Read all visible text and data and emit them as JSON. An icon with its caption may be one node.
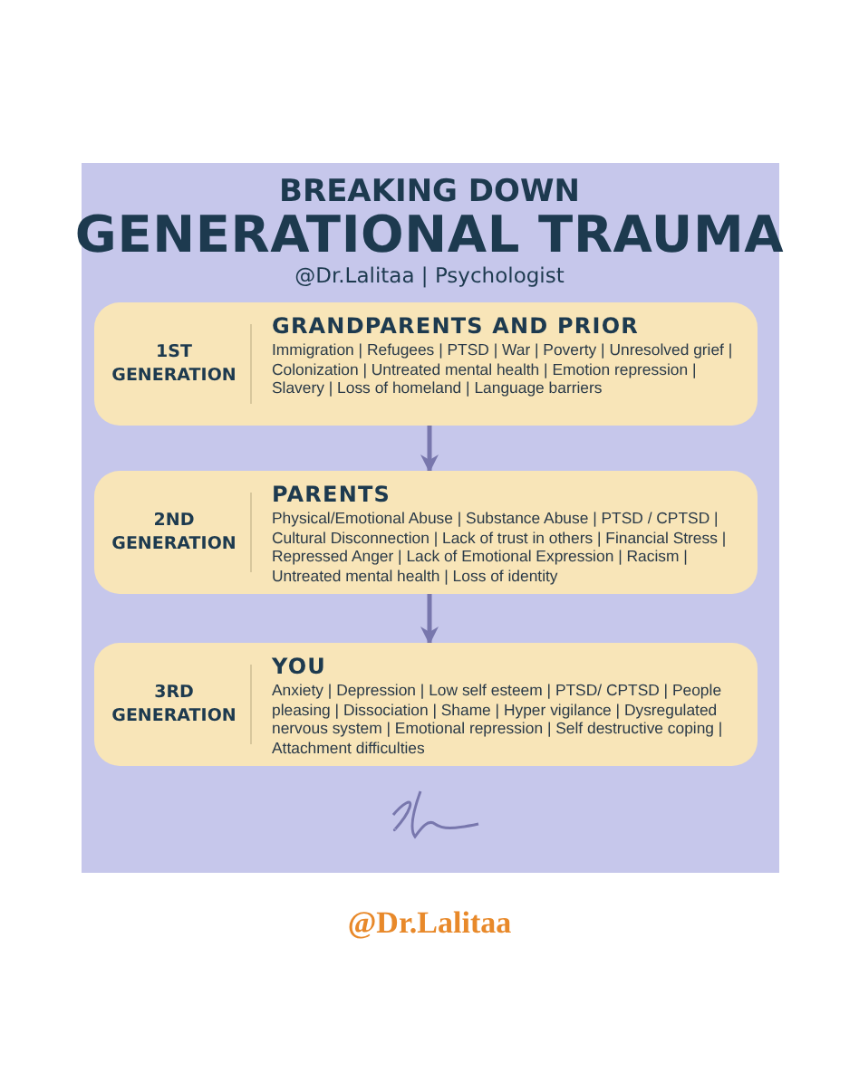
{
  "diagram": {
    "title": "BREAKING DOWN",
    "nodes": [
      {
        "text": [
          "1ST GENERATION",
          "GRANDPARENTS AND PRIOR",
          "Immigration | Refugees | PTSD  | War | Poverty | Unresolved grief | Colonization | Untreated mental health  | Emotion repression | Slavery | Loss of homeland | Language barriers"
        ]
      },
      {
        "text": [
          "2ND GENERATION",
          "PARENTS",
          "Physical/Emotional Abuse | Substance Abuse | PTSD / CPTSD | Cultural Disconnection | Lack of trust in others | Financial Stress | Repressed Anger | Lack of Emotional Expression | Racism | Untreated mental health | Loss of identity"
        ]
      },
      {
        "text": [
          "3RD GENERATION",
          "YOU",
          "Anxiety | Depression | Low self esteem | PTSD/ CPTSD | People pleasing | Dissociation |  Shame | Hyper vigilance | Dysregulated nervous system | Emotional repression | Self destructive coping | Attachment difficulties"
        ]
      }
    ],
    "edges": [
      {
        "from": 0,
        "to": 1,
        "arrow": "to"
      },
      {
        "from": 1,
        "to": 2,
        "arrow": "to"
      }
    ],
    "labels": [
      "GENERATIONAL TRAUMA",
      "@Dr.Lalitaa | Psychologist",
      "@Dr.Lalitaa"
    ]
  }
}
